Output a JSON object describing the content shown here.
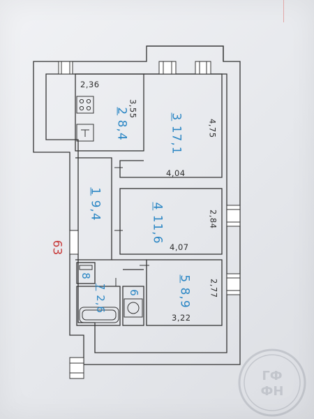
{
  "plan": {
    "dimensions": {
      "kitchen_width": "2,36",
      "kitchen_depth": "3,55",
      "room3_depth": "4,75",
      "room3_width": "4,04",
      "room4_depth": "2,84",
      "room4_width": "4,07",
      "room5_depth": "2,77",
      "room5_width": "3,22"
    },
    "rooms": [
      {
        "number": "2",
        "area": "8,4"
      },
      {
        "number": "3",
        "area": "17,1"
      },
      {
        "number": "1",
        "area": "9,4"
      },
      {
        "number": "4",
        "area": "11,6"
      },
      {
        "number": "8",
        "area": ""
      },
      {
        "number": "7",
        "area": "2,6"
      },
      {
        "number": "6",
        "area": ""
      },
      {
        "number": "5",
        "area": "8,9"
      }
    ],
    "apartment_number": "63"
  },
  "stamp": {
    "monogram": "ГФ ФН"
  },
  "colors": {
    "room_labels": "#2a86c4",
    "apartment_number": "#c73a3a",
    "walls": "#333333"
  }
}
